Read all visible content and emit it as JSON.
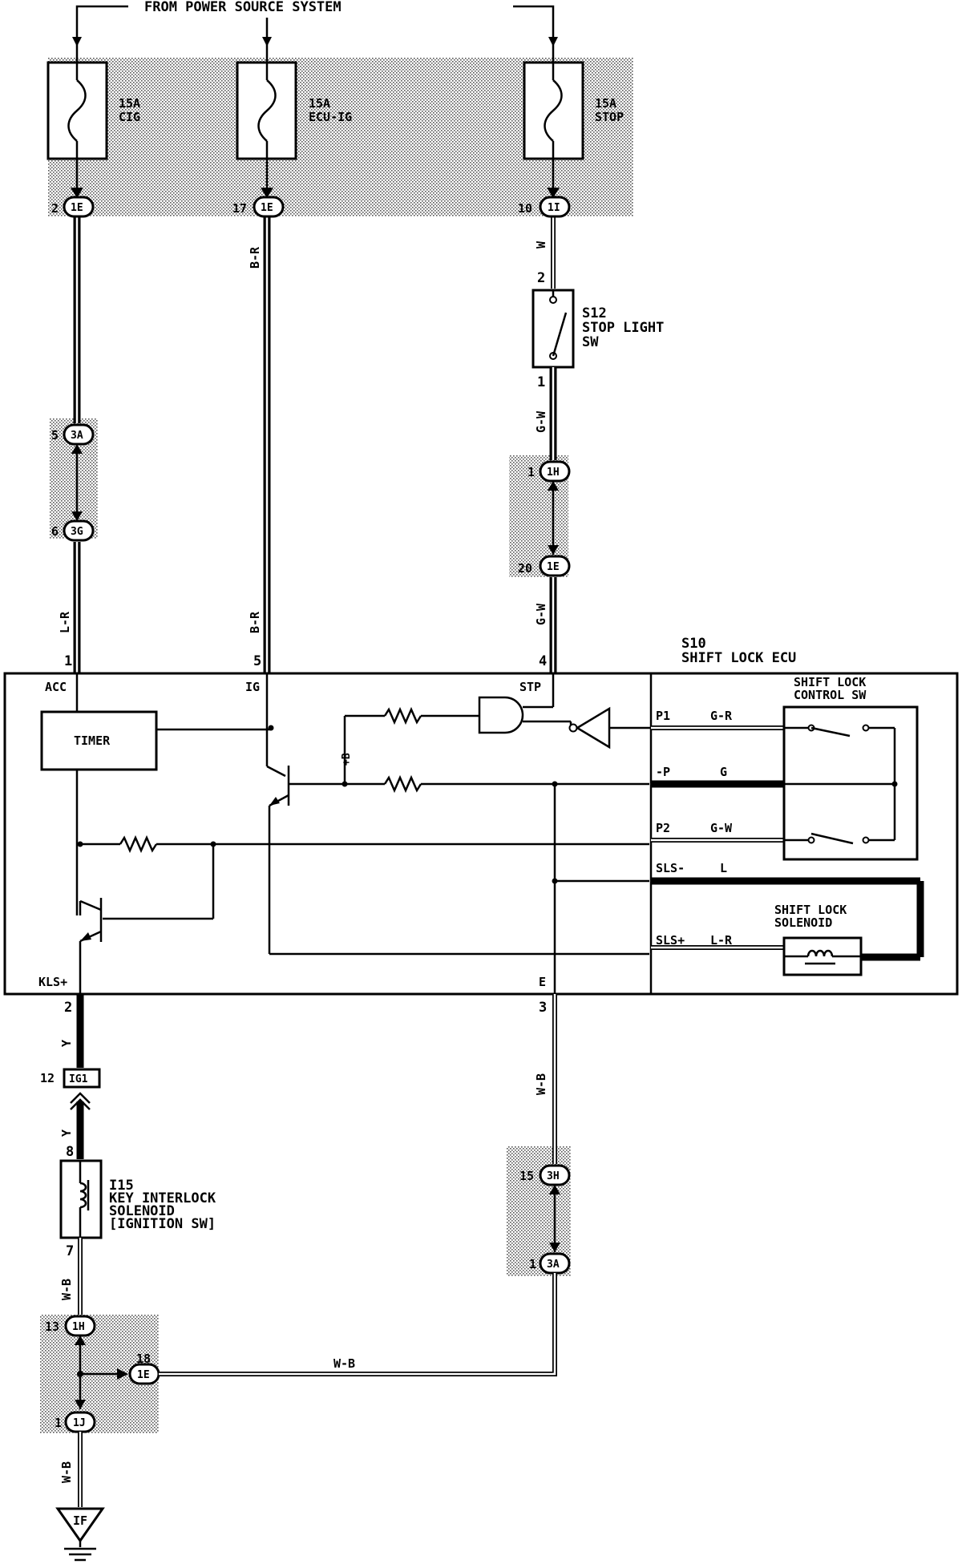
{
  "top_label": "FROM POWER SOURCE SYSTEM",
  "fuses": [
    {
      "rating": "15A",
      "name": "CIG"
    },
    {
      "rating": "15A",
      "name": "ECU-IG"
    },
    {
      "rating": "15A",
      "name": "STOP"
    }
  ],
  "connectors": {
    "c1": {
      "pin": "2",
      "code": "1E"
    },
    "c2": {
      "pin": "17",
      "code": "1E"
    },
    "c3": {
      "pin": "10",
      "code": "1I"
    },
    "c4": {
      "pin": "5",
      "code": "3A"
    },
    "c5": {
      "pin": "6",
      "code": "3G"
    },
    "c6": {
      "pin": "1",
      "code": "1H"
    },
    "c7": {
      "pin": "20",
      "code": "1E"
    },
    "c8": {
      "pin": "12",
      "code": "IG1"
    },
    "c9": {
      "pin": "15",
      "code": "3H"
    },
    "c10": {
      "pin": "1",
      "code": "3A"
    },
    "c11": {
      "pin": "13",
      "code": "1H"
    },
    "c12": {
      "pin": "18",
      "code": "1E"
    },
    "c13": {
      "pin": "1",
      "code": "1J"
    }
  },
  "wire_colors": {
    "br_top": "B-R",
    "w_stop": "W",
    "gw_1": "G-W",
    "lr_acc": "L-R",
    "br_ig": "B-R",
    "gw_stp": "G-W",
    "y_kls": "Y",
    "y_sol": "Y",
    "wb_e": "W-B",
    "wb_7": "W-B",
    "wb_bottom": "W-B",
    "wb_horiz": "W-B"
  },
  "stop_switch": {
    "code": "S12",
    "line1": "STOP LIGHT",
    "line2": "SW",
    "pin_top": "2",
    "pin_bottom": "1"
  },
  "ecu": {
    "code": "S10",
    "name": "SHIFT LOCK ECU",
    "pin_acc": "1",
    "pin_ig": "5",
    "pin_stp": "4",
    "pin_kls": "2",
    "pin_e": "3",
    "term_acc": "ACC",
    "term_ig": "IG",
    "term_stp": "STP",
    "term_kls": "KLS+",
    "term_e": "E",
    "timer": "TIMER",
    "plus_mark": "+B",
    "control_sw_line1": "SHIFT LOCK",
    "control_sw_line2": "CONTROL SW",
    "solenoid_line1": "SHIFT LOCK",
    "solenoid_line2": "SOLENOID",
    "terminals": [
      {
        "name": "P1",
        "wire": "G-R"
      },
      {
        "name": "-P",
        "wire": "G"
      },
      {
        "name": "P2",
        "wire": "G-W"
      },
      {
        "name": "SLS-",
        "wire": "L"
      },
      {
        "name": "SLS+",
        "wire": "L-R"
      }
    ]
  },
  "key_solenoid": {
    "code": "I15",
    "line1": "KEY INTERLOCK",
    "line2": "SOLENOID",
    "line3": "[IGNITION SW]",
    "pin_top": "8",
    "pin_bottom": "7"
  },
  "ground": {
    "label": "IF"
  }
}
